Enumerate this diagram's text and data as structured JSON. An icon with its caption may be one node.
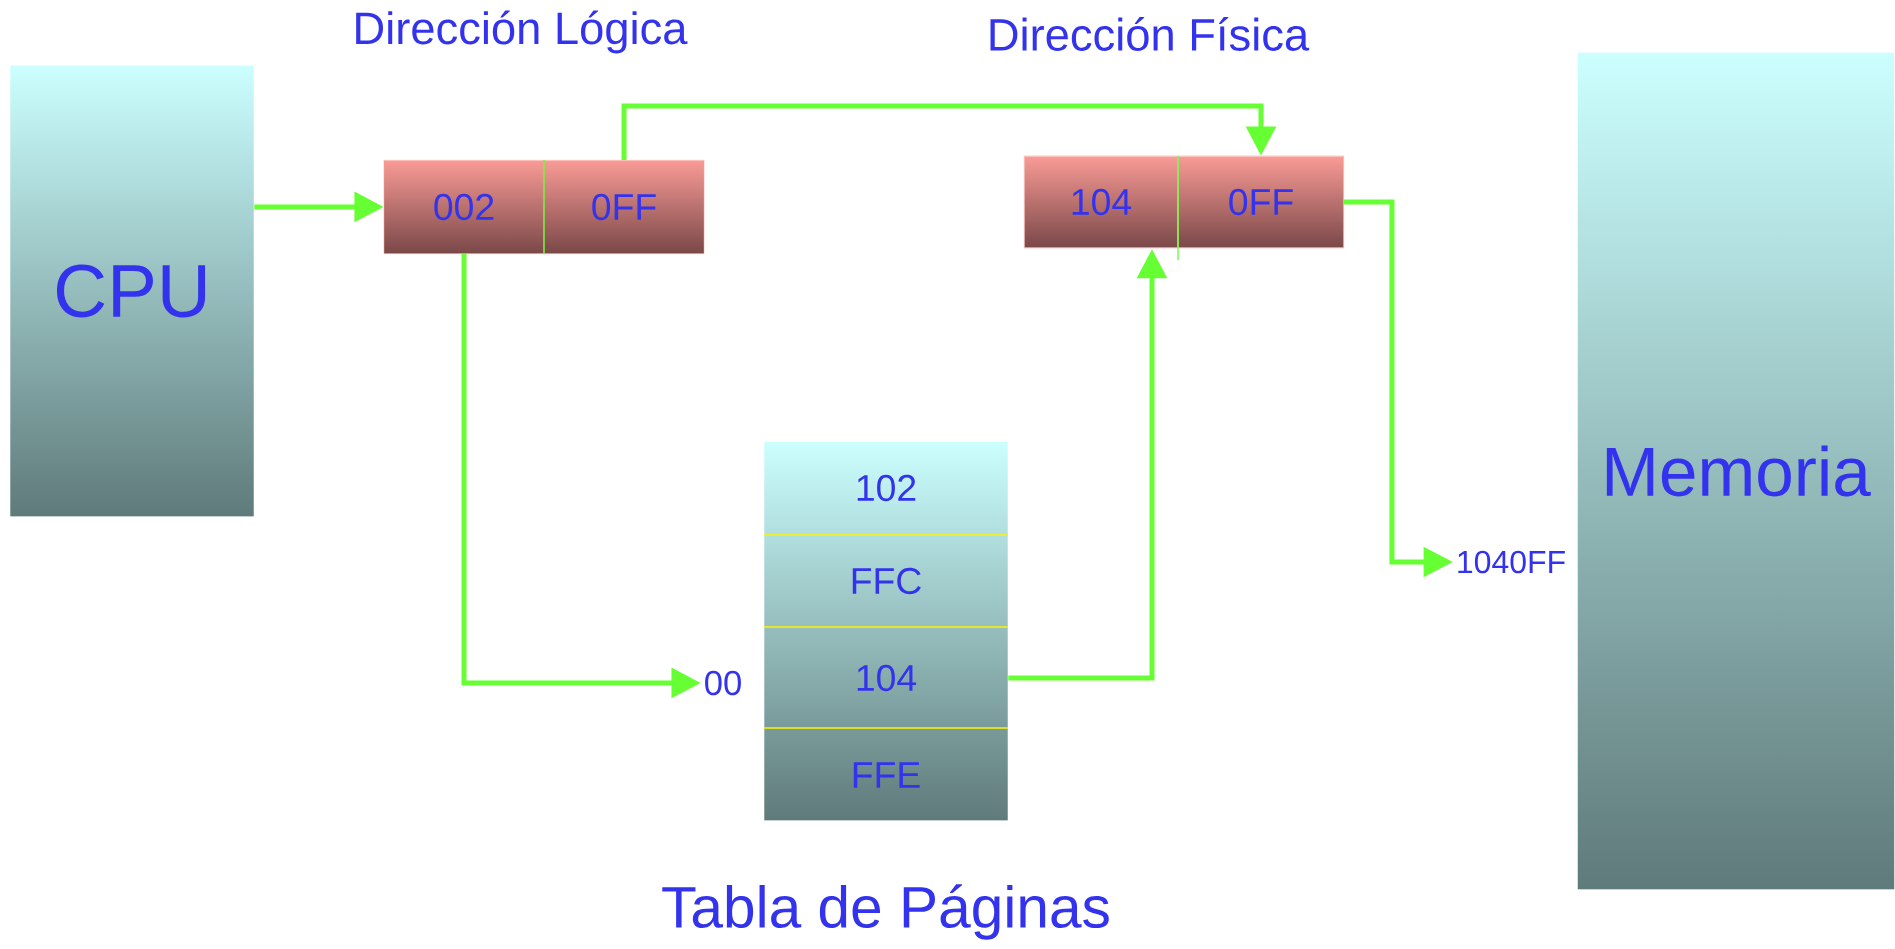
{
  "diagram": {
    "title": "Tabla de Páginas",
    "nodes": [
      {
        "text": [
          "CPU"
        ]
      },
      {
        "text": [
          "002"
        ]
      },
      {
        "text": [
          "0FF"
        ]
      },
      {
        "text": [
          "104"
        ]
      },
      {
        "text": [
          "0FF"
        ]
      },
      {
        "text": [
          "Memoria"
        ]
      },
      {
        "text": [],
        "shape": "box"
      },
      {
        "text": [
          "102"
        ],
        "in": 6
      },
      {
        "text": [
          "FFC"
        ],
        "in": 6
      },
      {
        "text": [
          "104"
        ],
        "in": 6
      },
      {
        "text": [
          "FFE"
        ],
        "in": 6
      },
      {
        "text": [
          "00"
        ]
      },
      {
        "text": [
          "1040FF"
        ]
      }
    ],
    "edges": [
      {
        "from": 0,
        "to": 1,
        "arrow": "to"
      },
      {
        "from": 2,
        "to": 4,
        "arrow": "to"
      },
      {
        "from": 1,
        "to": 11,
        "arrow": "to"
      },
      {
        "from": 9,
        "to": 3,
        "arrow": "to"
      },
      {
        "from": 4,
        "to": 12,
        "arrow": "to"
      }
    ],
    "labels": [
      "Dirección Lógica",
      "Dirección Física"
    ]
  }
}
